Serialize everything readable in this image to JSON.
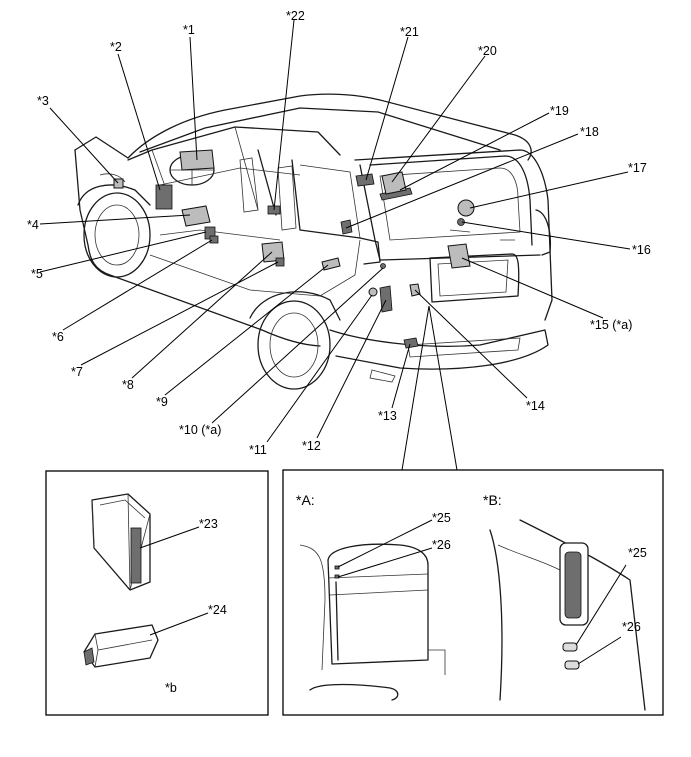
{
  "callouts": {
    "c1": "*1",
    "c2": "*2",
    "c3": "*3",
    "c4": "*4",
    "c5": "*5",
    "c6": "*6",
    "c7": "*7",
    "c8": "*8",
    "c9": "*9",
    "c10": "*10 (*a)",
    "c11": "*11",
    "c12": "*12",
    "c13": "*13",
    "c14": "*14",
    "c15": "*15 (*a)",
    "c16": "*16",
    "c17": "*17",
    "c18": "*18",
    "c19": "*19",
    "c20": "*20",
    "c21": "*21",
    "c22": "*22",
    "c23": "*23",
    "c24": "*24"
  },
  "panel_b": {
    "note": "*b"
  },
  "detail_a": {
    "title": "*A:",
    "c25": "*25",
    "c26": "*26"
  },
  "detail_b": {
    "title": "*B:",
    "c25": "*25",
    "c26": "*26"
  }
}
